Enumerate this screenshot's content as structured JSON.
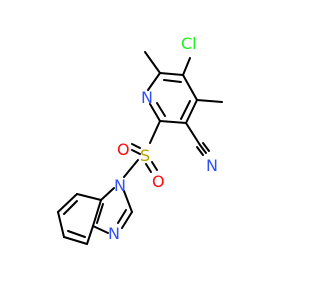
{
  "molecule": {
    "atoms": [
      {
        "id": "N-pyridine",
        "label": "N",
        "color": "#3050F8"
      },
      {
        "id": "Cl",
        "label": "Cl",
        "color": "#1FF01F"
      },
      {
        "id": "N-nitrile",
        "label": "N",
        "color": "#3050F8"
      },
      {
        "id": "S",
        "label": "S",
        "color": "#B8A000"
      },
      {
        "id": "O-left",
        "label": "O",
        "color": "#FF0D0D"
      },
      {
        "id": "O-right",
        "label": "O",
        "color": "#FF0D0D"
      },
      {
        "id": "N-imidazole-1",
        "label": "N",
        "color": "#3050F8"
      },
      {
        "id": "N-imidazole-3",
        "label": "N",
        "color": "#3050F8"
      }
    ]
  }
}
